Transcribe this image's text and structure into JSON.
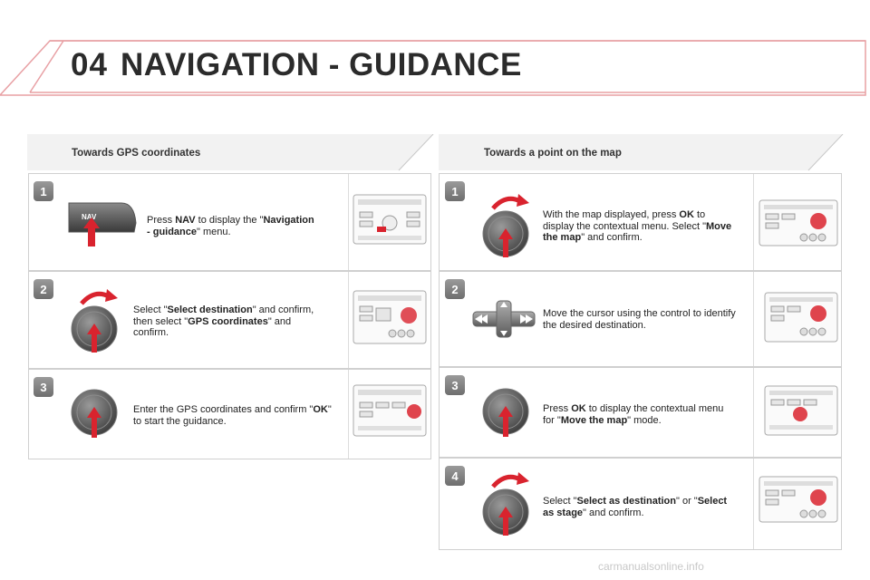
{
  "header": {
    "chapter_number": "04",
    "chapter_title": "NAVIGATION - GUIDANCE",
    "accent_color": "#d9232e"
  },
  "left_section": {
    "title": "Towards GPS coordinates",
    "steps": [
      {
        "number": "1",
        "icon": "nav-button-icon",
        "text_parts": [
          "Press ",
          "NAV",
          " to display the \"",
          "Navigation - guidance",
          "\" menu."
        ]
      },
      {
        "number": "2",
        "icon": "rotary-dial-icon",
        "text_parts": [
          "Select \"",
          "Select destination",
          "\" and confirm, then select \"",
          "GPS coordinates",
          "\" and confirm."
        ]
      },
      {
        "number": "3",
        "icon": "rotary-dial-press-icon",
        "text_parts": [
          "Enter the GPS coordinates and confirm \"",
          "OK",
          "\" to start the guidance."
        ]
      }
    ]
  },
  "right_section": {
    "title": "Towards a point on the map",
    "steps": [
      {
        "number": "1",
        "icon": "rotary-dial-icon",
        "text_parts": [
          "With the map displayed, press ",
          "OK",
          " to display the contextual menu. Select \"",
          "Move the map",
          "\" and confirm."
        ]
      },
      {
        "number": "2",
        "icon": "direction-pad-icon",
        "text_parts": [
          "Move the cursor using the control to identify the desired destination."
        ]
      },
      {
        "number": "3",
        "icon": "rotary-dial-press-icon",
        "text_parts": [
          "Press ",
          "OK",
          " to display the contextual menu for \"",
          "Move the map",
          "\" mode."
        ]
      },
      {
        "number": "4",
        "icon": "rotary-dial-icon",
        "text_parts": [
          "Select \"",
          "Select as destination",
          "\" or \"",
          "Select as stage",
          "\" and confirm."
        ]
      }
    ]
  },
  "nav_button_label": "NAV",
  "watermark": "carmanualsonline.info"
}
